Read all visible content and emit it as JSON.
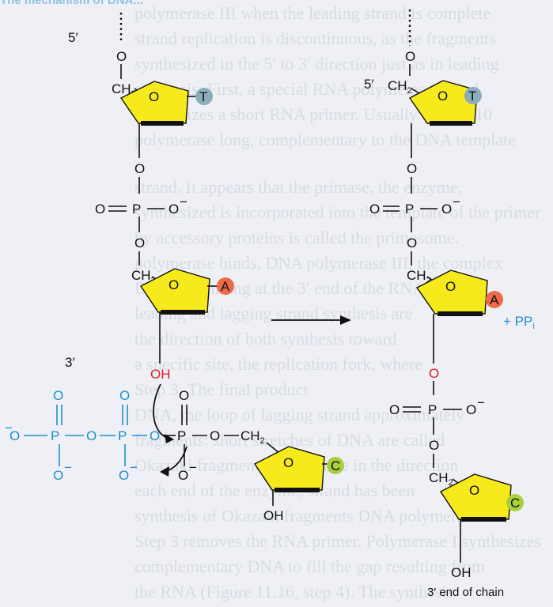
{
  "top_left_header": "The mechanism of DNA...",
  "left_strand": {
    "five_prime_label": "5′",
    "three_prime_label": "3′",
    "oxygen": "O",
    "phosphorus": "P",
    "oxygen_negative": "O",
    "negative_sign": "−",
    "carbon_h2": "CH",
    "subscript_2": "2",
    "hydroxyl": "OH",
    "base_top": "T",
    "base_bottom": "A"
  },
  "incoming_nucleotide": {
    "hydroxyl": "OH",
    "base": "C",
    "carbon_h2": "CH",
    "subscript_2": "2"
  },
  "right_strand": {
    "five_prime_label": "5′",
    "base_top": "T",
    "base_middle": "A",
    "base_bottom": "C",
    "hydroxyl": "OH",
    "pyrophosphate_label": "+ PP",
    "pyrophosphate_subscript": "i",
    "carbon_h2": "CH",
    "subscript_2": "2"
  },
  "caption": "3′ end of chain",
  "background_text_lines": [
    "polymerase III when the leading strand is complete",
    "strand replication is discontinuous, as the fragments",
    "synthesized in the 5′ to 3′ direction just as in leading",
    "synthesis. First, a special RNA polymerase called",
    "synthesizes a short RNA primer. Usually around 10",
    "polymerase long, complementary to the DNA template",
    "strand. It appears that the primase, the enzyme,",
    "synthesized is incorporated into the template of the primer",
    "by accessory proteins is called the primosome.",
    "polymerase binds, DNA polymerase III, the complex",
    "DNA, beginning at the 3′ end of the RNA primer,",
    "leading and lagging strand synthesis are",
    "the direction of both synthesis toward",
    "a specific site, the replication fork, where",
    "Step 3: The final product",
    "DNA, the loop of lagging strand approximately",
    "fragments: short stretches of DNA are called",
    "Okazaki fragments; they move in the direction",
    "each end of the enzyme, strand has been",
    "synthesis of Okazaki fragments DNA polymerase I",
    "Step 3 removes the RNA primer. Polymerase I synthesizes",
    "complementary DNA to fill the gap resulting from",
    "the RNA (Figure 11.16, step 4). The synthesis"
  ]
}
